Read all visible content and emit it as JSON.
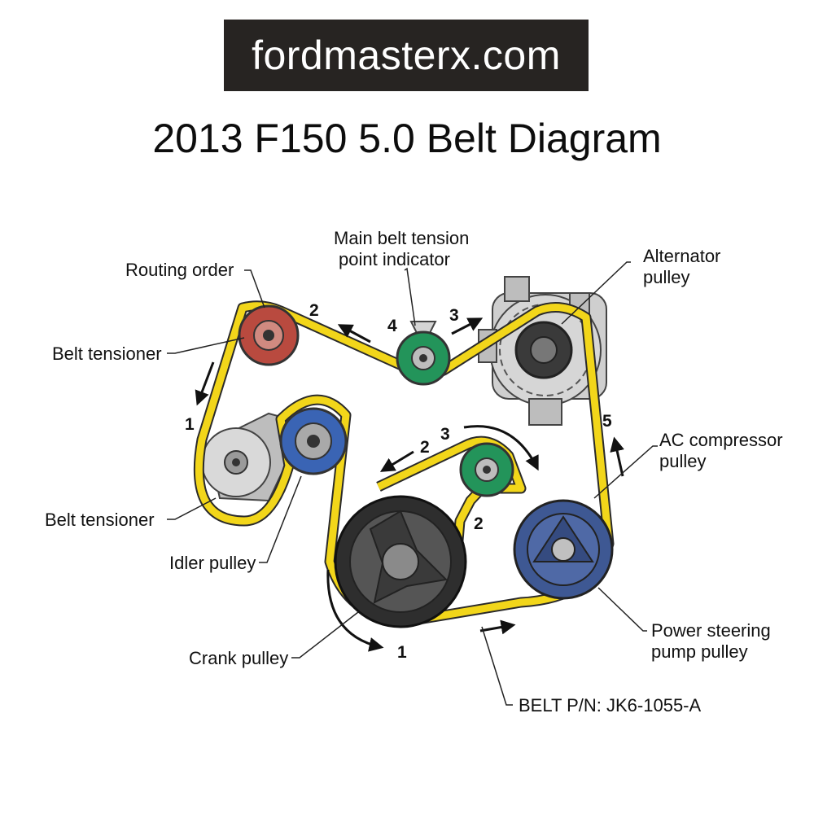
{
  "header": {
    "brand": "fordmasterx.com",
    "title": "2013 F150 5.0 Belt Diagram"
  },
  "labels": {
    "routing_order": "Routing order",
    "main_tension_line1": "Main belt tension",
    "main_tension_line2": "point indicator",
    "alternator_line1": "Alternator",
    "alternator_line2": "pulley",
    "belt_tensioner_top": "Belt tensioner",
    "belt_tensioner_bottom": "Belt tensioner",
    "ac_line1": "AC compressor",
    "ac_line2": "pulley",
    "idler": "Idler pulley",
    "crank": "Crank pulley",
    "ps_line1": "Power steering",
    "ps_line2": "pump pulley",
    "belt_pn": "BELT P/N: JK6-1055-A"
  },
  "route_numbers": {
    "n2_top": "2",
    "n4_top": "4",
    "n3_top": "3",
    "n1_left": "1",
    "n5_right": "5",
    "n2_mid": "2",
    "n3_mid": "3",
    "n2_low": "2",
    "n1_bottom": "1"
  },
  "colors": {
    "belt": "#f2d61a",
    "tensioner_top": "#b94a3f",
    "green_idler": "#23945a",
    "alternator_body": "#c9c9c9",
    "ac_compressor": "#3e5893",
    "idler_blue": "#3a64b4",
    "crank": "#2e2e2e",
    "brand_bg": "#272422"
  }
}
